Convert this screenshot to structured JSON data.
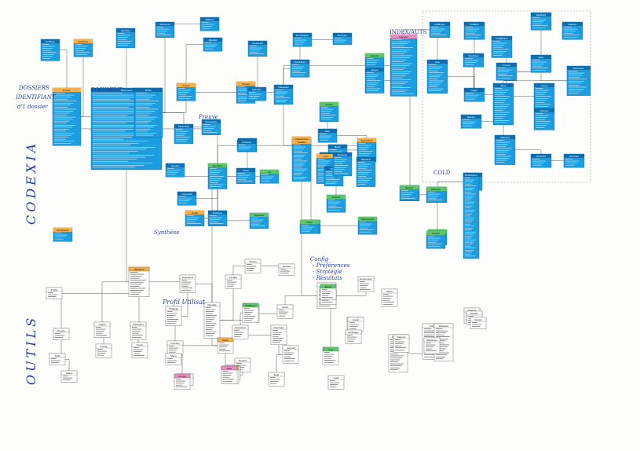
{
  "annotations": {
    "dossiers": "DOSSIERS",
    "identifiant": "IDENTIFIANT",
    "dau_detail": "d'1 dossier",
    "document": "DOCUMENT",
    "codexia": "CODEXIA",
    "outils": "OUTILS",
    "index_auts": "INDEX/AUTS",
    "cold": "COLD",
    "preuve": "Preuve",
    "synthese": "Synthèse",
    "profil_user": "Profil Utilisat",
    "configs_list": [
      "Config",
      "- Préférences",
      "- Stratégie",
      "- Résultats"
    ]
  },
  "colors": {
    "table_blue": "#1b9de0",
    "header_dark": "#0f6fae",
    "header_orange": "#f3b14e",
    "header_green": "#5fc46e",
    "header_pink": "#e88fc0",
    "link_line": "#333333",
    "handwriting": "#2b3f9a",
    "cold_border": "#9aa0a6"
  },
  "tables": {
    "codexia": [
      {
        "id": "t1",
        "label": "EvtDoss",
        "hdr": "dark",
        "rows": 8
      },
      {
        "id": "t2",
        "label": "ActeDoss",
        "hdr": "orange",
        "rows": 6
      },
      {
        "id": "t3",
        "label": "Dossier",
        "hdr": "orange",
        "rows": 26
      },
      {
        "id": "t4",
        "label": "DocDossier",
        "hdr": "orange",
        "rows": 4
      },
      {
        "id": "t5",
        "label": "DossDet",
        "hdr": "dark",
        "rows": 7
      },
      {
        "id": "t6",
        "label": "Document",
        "hdr": "dark",
        "rows": 38
      },
      {
        "id": "t7",
        "label": "Entité",
        "hdr": "dark",
        "rows": 22
      },
      {
        "id": "t8",
        "label": "Personne",
        "hdr": "dark",
        "rows": 5
      },
      {
        "id": "t9",
        "label": "RelPers",
        "hdr": "dark",
        "rows": 4
      },
      {
        "id": "t10",
        "label": "Acteur",
        "hdr": "orange",
        "rows": 6
      },
      {
        "id": "t11",
        "label": "Preuve",
        "hdr": "orange",
        "rows": 8
      },
      {
        "id": "t12",
        "label": "ConnDoss",
        "hdr": "dark",
        "rows": 5
      },
      {
        "id": "t13",
        "label": "DomOrigine",
        "hdr": "dark",
        "rows": 4
      },
      {
        "id": "t14",
        "label": "DocType",
        "hdr": "dark",
        "rows": 3
      },
      {
        "id": "t15",
        "label": "DomParent",
        "hdr": "dark",
        "rows": 6
      },
      {
        "id": "t16",
        "label": "Indexation",
        "hdr": "dark",
        "rows": 7
      },
      {
        "id": "t17",
        "label": "MotClef",
        "hdr": "dark",
        "rows": 4
      },
      {
        "id": "t18",
        "label": "ParamDoc",
        "hdr": "dark",
        "rows": 7
      },
      {
        "id": "t19",
        "label": "VersionDoc",
        "hdr": "dark",
        "rows": 5
      },
      {
        "id": "t20",
        "label": "TypeEnt",
        "hdr": "dark",
        "rows": 4
      },
      {
        "id": "t21",
        "label": "CourrierE",
        "hdr": "dark",
        "rows": 4
      },
      {
        "id": "t22",
        "label": "Synthese",
        "hdr": "green",
        "rows": 10
      },
      {
        "id": "t23",
        "label": "Classement",
        "hdr": "orange",
        "rows": 6
      },
      {
        "id": "t24",
        "label": "LienDoc",
        "hdr": "dark",
        "rows": 4
      },
      {
        "id": "t25",
        "label": "Dépôt",
        "hdr": "orange",
        "rows": 5
      },
      {
        "id": "t26",
        "label": "Rubrique",
        "hdr": "dark",
        "rows": 5
      },
      {
        "id": "t27",
        "label": "IndexAut",
        "hdr": "pink",
        "rows": 28
      },
      {
        "id": "t28",
        "label": "Source",
        "hdr": "green",
        "rows": 4
      },
      {
        "id": "t29",
        "label": "Auteur",
        "hdr": "dark",
        "rows": 10
      },
      {
        "id": "t30",
        "label": "TypeAuteur",
        "hdr": "orange",
        "rows": 9
      },
      {
        "id": "t31",
        "label": "NivAcces",
        "hdr": "green",
        "rows": 5
      },
      {
        "id": "t32",
        "label": "Statut",
        "hdr": "green",
        "rows": 4
      },
      {
        "id": "t33",
        "label": "Etat",
        "hdr": "dark",
        "rows": 4
      },
      {
        "id": "t34",
        "label": "Archive",
        "hdr": "green",
        "rows": 6
      },
      {
        "id": "t35",
        "label": "TypeCourrier",
        "hdr": "green",
        "rows": 6
      },
      {
        "id": "t36",
        "label": "Lot",
        "hdr": "green",
        "rows": 4
      },
      {
        "id": "t37",
        "label": "Batch",
        "hdr": "dark",
        "rows": 3
      },
      {
        "id": "t38",
        "label": "Lecture",
        "hdr": "green",
        "rows": 7
      },
      {
        "id": "t39",
        "label": "Pages",
        "hdr": "green",
        "rows": 5
      },
      {
        "id": "t40",
        "label": "Annexe",
        "hdr": "green",
        "rows": 5
      },
      {
        "id": "t41",
        "label": "Signature",
        "hdr": "green",
        "rows": 5
      },
      {
        "id": "t42",
        "label": "Flux",
        "hdr": "dark",
        "rows": 6
      },
      {
        "id": "t43",
        "label": "Tiers",
        "hdr": "dark",
        "rows": 4
      },
      {
        "id": "t44",
        "label": "Contexte",
        "hdr": "dark",
        "rows": 3
      },
      {
        "id": "t45",
        "label": "Canal",
        "hdr": "dark",
        "rows": 5
      },
      {
        "id": "t46",
        "label": "ScanDoc",
        "hdr": "dark",
        "rows": 4
      },
      {
        "id": "t47",
        "label": "TraitDoc",
        "hdr": "orange",
        "rows": 18
      },
      {
        "id": "t48",
        "label": "Suivi",
        "hdr": "orange",
        "rows": 12
      },
      {
        "id": "t49",
        "label": "Etape",
        "hdr": "dark",
        "rows": 7
      },
      {
        "id": "t50",
        "label": "Workflow",
        "hdr": "dark",
        "rows": 12
      },
      {
        "id": "t51",
        "label": "Reponse",
        "hdr": "dark",
        "rows": 9
      },
      {
        "id": "t52",
        "label": "Exercice",
        "hdr": "green",
        "rows": 5
      },
      {
        "id": "t53",
        "label": "Service",
        "hdr": "green",
        "rows": 5
      },
      {
        "id": "t54",
        "label": "Recept",
        "hdr": "green",
        "rows": 6
      },
      {
        "id": "t55",
        "label": "Client",
        "hdr": "green",
        "rows": 4
      },
      {
        "id": "t56",
        "label": "DocExterne",
        "hdr": "dark",
        "rows": 40
      }
    ],
    "cold": [
      {
        "id": "c1",
        "label": "ColdLigne",
        "hdr": "dark",
        "rows": 5
      },
      {
        "id": "c2",
        "label": "ColdEdit",
        "hdr": "dark",
        "rows": 6
      },
      {
        "id": "c3",
        "label": "ColdEdition",
        "hdr": "dark",
        "rows": 8
      },
      {
        "id": "c4",
        "label": "ModCold",
        "hdr": "dark",
        "rows": 6
      },
      {
        "id": "c5",
        "label": "Etat",
        "hdr": "dark",
        "rows": 14
      },
      {
        "id": "c6",
        "label": "TypeZone",
        "hdr": "dark",
        "rows": 4
      },
      {
        "id": "c7",
        "label": "Page",
        "hdr": "dark",
        "rows": 4
      },
      {
        "id": "c8",
        "label": "Format",
        "hdr": "dark",
        "rows": 6
      },
      {
        "id": "c9",
        "label": "Extract",
        "hdr": "dark",
        "rows": 4
      },
      {
        "id": "c10",
        "label": "Zone",
        "hdr": "dark",
        "rows": 18
      },
      {
        "id": "c11",
        "label": "Critere",
        "hdr": "dark",
        "rows": 10
      },
      {
        "id": "c12",
        "label": "Champs",
        "hdr": "dark",
        "rows": 8
      },
      {
        "id": "c13",
        "label": "Mapping",
        "hdr": "dark",
        "rows": 12
      },
      {
        "id": "c14",
        "label": "Filtre",
        "hdr": "dark",
        "rows": 6
      },
      {
        "id": "c15",
        "label": "Parametre",
        "hdr": "dark",
        "rows": 12
      },
      {
        "id": "c16",
        "label": "SortCold",
        "hdr": "dark",
        "rows": 4
      },
      {
        "id": "c17",
        "label": "DocCold",
        "hdr": "dark",
        "rows": 4
      },
      {
        "id": "c18",
        "label": "Rupture",
        "hdr": "dark",
        "rows": 6
      }
    ],
    "outils": [
      {
        "id": "o1",
        "label": "Profils",
        "hdr": "white",
        "rows": 3
      },
      {
        "id": "o2",
        "label": "Groupe",
        "hdr": "white",
        "rows": 3
      },
      {
        "id": "o3",
        "label": "Droit",
        "hdr": "white",
        "rows": 3
      },
      {
        "id": "o4",
        "label": "Tables",
        "hdr": "white",
        "rows": 3
      },
      {
        "id": "o5",
        "label": "Utilisateur",
        "hdr": "orange",
        "rows": 12
      },
      {
        "id": "o6",
        "label": "Onglet",
        "hdr": "white",
        "rows": 5
      },
      {
        "id": "o7",
        "label": "Parametre",
        "hdr": "white",
        "rows": 6
      },
      {
        "id": "o8",
        "label": "Config",
        "hdr": "white",
        "rows": 4
      },
      {
        "id": "o9",
        "label": "Droits",
        "hdr": "white",
        "rows": 5
      },
      {
        "id": "o10",
        "label": "Preference",
        "hdr": "white",
        "rows": 6
      },
      {
        "id": "o11",
        "label": "Stratégie",
        "hdr": "white",
        "rows": 7
      },
      {
        "id": "o12",
        "label": "Resultat",
        "hdr": "white",
        "rows": 15
      },
      {
        "id": "o13",
        "label": "Fonction",
        "hdr": "white",
        "rows": 4
      },
      {
        "id": "o14",
        "label": "Menu",
        "hdr": "white",
        "rows": 3
      },
      {
        "id": "o15",
        "label": "Ecran",
        "hdr": "white",
        "rows": 3
      },
      {
        "id": "o16",
        "label": "Langue",
        "hdr": "white",
        "rows": 4
      },
      {
        "id": "o17",
        "label": "Niveau",
        "hdr": "white",
        "rows": 4
      },
      {
        "id": "o18",
        "label": "Societe",
        "hdr": "white",
        "rows": 3
      },
      {
        "id": "o19",
        "label": "Site",
        "hdr": "white",
        "rows": 6
      },
      {
        "id": "o20",
        "label": "Alerte",
        "hdr": "orange",
        "rows": 5
      },
      {
        "id": "o21",
        "label": "Action",
        "hdr": "white",
        "rows": 4
      },
      {
        "id": "o22",
        "label": "ActionUser",
        "hdr": "white",
        "rows": 10
      },
      {
        "id": "o23",
        "label": "Evenement",
        "hdr": "white",
        "rows": 5
      },
      {
        "id": "o24",
        "label": "ProfilUser",
        "hdr": "green",
        "rows": 7
      },
      {
        "id": "o25",
        "label": "GroupUser",
        "hdr": "white",
        "rows": 4
      },
      {
        "id": "o26",
        "label": "Historique",
        "hdr": "white",
        "rows": 7
      },
      {
        "id": "o27",
        "label": "Trace",
        "hdr": "green",
        "rows": 5
      },
      {
        "id": "o28",
        "label": "Journal",
        "hdr": "white",
        "rows": 6
      },
      {
        "id": "o29",
        "label": "Log",
        "hdr": "green",
        "rows": 6
      },
      {
        "id": "o30",
        "label": "Session",
        "hdr": "white",
        "rows": 4
      },
      {
        "id": "o31",
        "label": "Connexion",
        "hdr": "white",
        "rows": 4
      },
      {
        "id": "o32",
        "label": "Message",
        "hdr": "orange",
        "rows": 6
      },
      {
        "id": "o33",
        "label": "Notif",
        "hdr": "white",
        "rows": 4
      },
      {
        "id": "o34",
        "label": "Compte",
        "hdr": "pink",
        "rows": 5
      },
      {
        "id": "o35",
        "label": "Role",
        "hdr": "pink",
        "rows": 6
      },
      {
        "id": "o36",
        "label": "Audit",
        "hdr": "white",
        "rows": 4
      },
      {
        "id": "o37",
        "label": "Planning",
        "hdr": "white",
        "rows": 3
      },
      {
        "id": "o38",
        "label": "Tache",
        "hdr": "white",
        "rows": 6
      },
      {
        "id": "o39",
        "label": "Export",
        "hdr": "green",
        "rows": 5
      },
      {
        "id": "o40",
        "label": "Import",
        "hdr": "white",
        "rows": 4
      },
      {
        "id": "o41",
        "label": "Archivage",
        "hdr": "white",
        "rows": 4
      },
      {
        "id": "o42",
        "label": "Purge",
        "hdr": "white",
        "rows": 15
      },
      {
        "id": "o43",
        "label": "Sauvegarde",
        "hdr": "white",
        "rows": 16
      },
      {
        "id": "o44",
        "label": "Restaure",
        "hdr": "white",
        "rows": 16
      },
      {
        "id": "o45",
        "label": "Licence",
        "hdr": "white",
        "rows": 5
      },
      {
        "id": "o46",
        "label": "Module",
        "hdr": "white",
        "rows": 4
      },
      {
        "id": "o47",
        "label": "Version",
        "hdr": "white",
        "rows": 3
      },
      {
        "id": "o48",
        "label": "Statistique",
        "hdr": "white",
        "rows": 5
      },
      {
        "id": "o49",
        "label": "Rapport",
        "hdr": "white",
        "rows": 6
      }
    ]
  }
}
